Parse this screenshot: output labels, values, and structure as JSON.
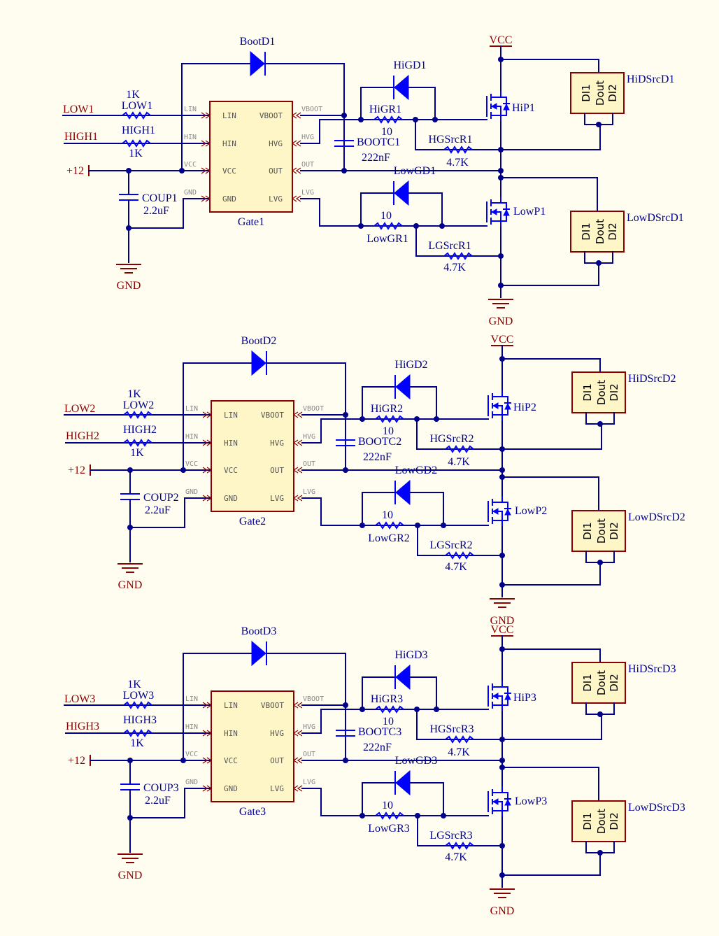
{
  "sections": [
    {
      "low_net": "LOW1",
      "high_net": "HIGH1",
      "vcc12": "+12",
      "r_low_ref": "LOW1",
      "r_low_val": "1K",
      "r_high_ref": "HIGH1",
      "r_high_val": "1K",
      "boot_diode": "BootD1",
      "coup_ref": "COUP1",
      "coup_val": "2.2uF",
      "gnd_left": "GND",
      "gate_ref": "Gate1",
      "gate_pins": {
        "lin": "LIN",
        "hin": "HIN",
        "vcc": "VCC",
        "gnd": "GND",
        "vboot": "VBOOT",
        "hvg": "HVG",
        "out": "OUT",
        "lvg": "LVG"
      },
      "ext_pins": {
        "lin": "LIN",
        "hin": "HIN",
        "vcc": "VCC",
        "gnd": "GND",
        "vboot": "VBOOT",
        "hvg": "HVG",
        "out": "OUT",
        "lvg": "LVG"
      },
      "bootc_ref": "BOOTC1",
      "bootc_val": "222nF",
      "higd": "HiGD1",
      "higr_ref": "HiGR1",
      "higr_val": "10",
      "hgsrc_ref": "HGSrcR1",
      "hgsrc_val": "4.7K",
      "lowgd": "LowGD1",
      "lowgr_ref": "LowGR1",
      "lowgr_val": "10",
      "lgsrc_ref": "LGSrcR1",
      "lgsrc_val": "4.7K",
      "vcc_top": "VCC",
      "hip": "HiP1",
      "lowp": "LowP1",
      "gnd_right": "GND",
      "hids": "HiDSrcD1",
      "lowds": "LowDSrcD1",
      "dpins": {
        "d1": "DI1",
        "dout": "Dout",
        "d2": "DI2"
      }
    },
    {
      "low_net": "LOW2",
      "high_net": "HIGH2",
      "vcc12": "+12",
      "r_low_ref": "LOW2",
      "r_low_val": "1K",
      "r_high_ref": "HIGH2",
      "r_high_val": "1K",
      "boot_diode": "BootD2",
      "coup_ref": "COUP2",
      "coup_val": "2.2uF",
      "gnd_left": "GND",
      "gate_ref": "Gate2",
      "gate_pins": {
        "lin": "LIN",
        "hin": "HIN",
        "vcc": "VCC",
        "gnd": "GND",
        "vboot": "VBOOT",
        "hvg": "HVG",
        "out": "OUT",
        "lvg": "LVG"
      },
      "ext_pins": {
        "lin": "LIN",
        "hin": "HIN",
        "vcc": "VCC",
        "gnd": "GND",
        "vboot": "VBOOT",
        "hvg": "HVG",
        "out": "OUT",
        "lvg": "LVG"
      },
      "bootc_ref": "BOOTC2",
      "bootc_val": "222nF",
      "higd": "HiGD2",
      "higr_ref": "HiGR2",
      "higr_val": "10",
      "hgsrc_ref": "HGSrcR2",
      "hgsrc_val": "4.7K",
      "lowgd": "LowGD2",
      "lowgr_ref": "LowGR2",
      "lowgr_val": "10",
      "lgsrc_ref": "LGSrcR2",
      "lgsrc_val": "4.7K",
      "vcc_top": "VCC",
      "hip": "HiP2",
      "lowp": "LowP2",
      "gnd_right": "GND",
      "hids": "HiDSrcD2",
      "lowds": "LowDSrcD2",
      "dpins": {
        "d1": "DI1",
        "dout": "Dout",
        "d2": "DI2"
      }
    },
    {
      "low_net": "LOW3",
      "high_net": "HIGH3",
      "vcc12": "+12",
      "r_low_ref": "LOW3",
      "r_low_val": "1K",
      "r_high_ref": "HIGH3",
      "r_high_val": "1K",
      "boot_diode": "BootD3",
      "coup_ref": "COUP3",
      "coup_val": "2.2uF",
      "gnd_left": "GND",
      "gate_ref": "Gate3",
      "gate_pins": {
        "lin": "LIN",
        "hin": "HIN",
        "vcc": "VCC",
        "gnd": "GND",
        "vboot": "VBOOT",
        "hvg": "HVG",
        "out": "OUT",
        "lvg": "LVG"
      },
      "ext_pins": {
        "lin": "LIN",
        "hin": "HIN",
        "vcc": "VCC",
        "gnd": "GND",
        "vboot": "VBOOT",
        "hvg": "HVG",
        "out": "OUT",
        "lvg": "LVG"
      },
      "bootc_ref": "BOOTC3",
      "bootc_val": "222nF",
      "higd": "HiGD3",
      "higr_ref": "HiGR3",
      "higr_val": "10",
      "hgsrc_ref": "HGSrcR3",
      "hgsrc_val": "4.7K",
      "lowgd": "LowGD3",
      "lowgr_ref": "LowGR3",
      "lowgr_val": "10",
      "lgsrc_ref": "LGSrcR3",
      "lgsrc_val": "4.7K",
      "vcc_top": "VCC",
      "hip": "HiP3",
      "lowp": "LowP3",
      "gnd_right": "GND",
      "hids": "HiDSrcD3",
      "lowds": "LowDSrcD3",
      "dpins": {
        "d1": "DI1",
        "dout": "Dout",
        "d2": "DI2"
      }
    }
  ]
}
